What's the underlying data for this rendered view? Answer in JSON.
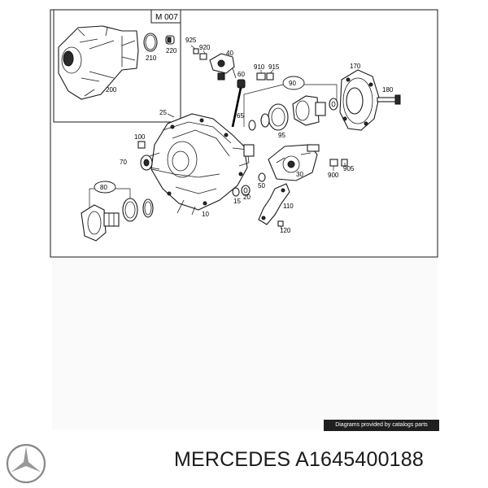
{
  "diagram": {
    "frame_code": "M 007",
    "callouts": [
      "200",
      "210",
      "220",
      "925",
      "920",
      "40",
      "910",
      "915",
      "60",
      "170",
      "180",
      "90",
      "25",
      "65",
      "95",
      "100",
      "70",
      "80",
      "15",
      "20",
      "50",
      "10",
      "30",
      "900",
      "905",
      "110",
      "120"
    ]
  },
  "footer": {
    "credit": "Diagrams provided by catalogs parts",
    "brand": "MERCEDES",
    "part_number": "A1645400188"
  },
  "colors": {
    "line": "#1a1a1a",
    "credit_background": "#1f1f1f",
    "background": "#ffffff"
  },
  "icons": {
    "brand_logo": "mercedes-star-icon"
  }
}
